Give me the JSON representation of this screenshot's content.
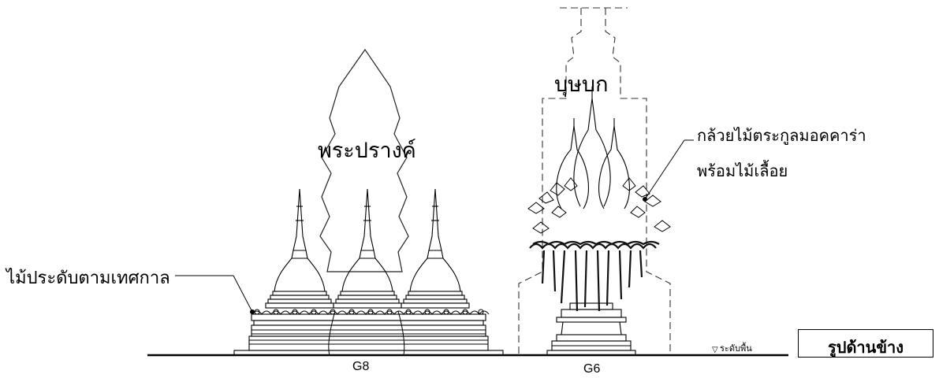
{
  "labels": {
    "seasonal_decoration": "ไม้ประดับตามเทศกาล",
    "phra_prang": "พระปรางค์",
    "busabok": "บุษบก",
    "orchid_line1": "กล้วยไม้ตระกูลมอคคาร่า",
    "orchid_line2": "พร้อมไม้เลื้อย",
    "ground_level": "ระดับพื้น",
    "g8": "G8",
    "g6": "G6"
  },
  "title_block": {
    "title": "รูปด้านข้าง"
  },
  "colors": {
    "line": "#000000",
    "hidden_line": "#444444",
    "foliage": "#1a1a1a"
  }
}
